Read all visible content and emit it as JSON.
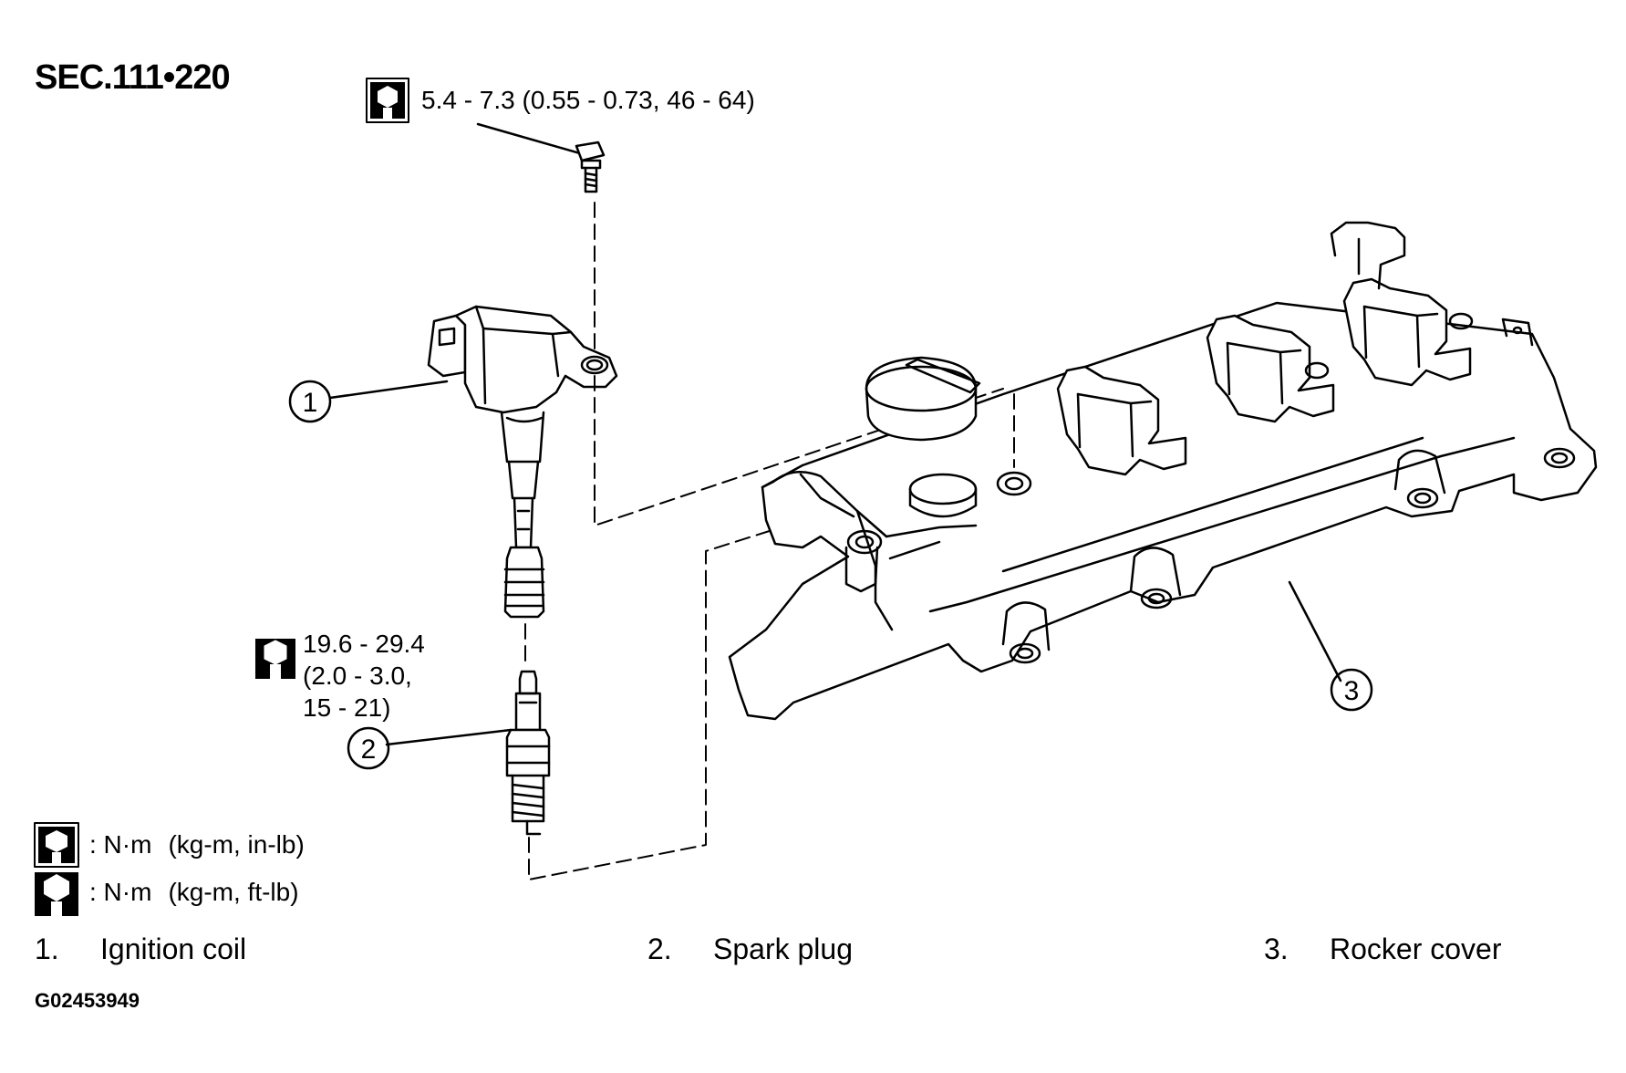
{
  "header": {
    "section_code": "SEC.111•220"
  },
  "torque_specs": {
    "coil_bolt": "5.4 - 7.3 (0.55 - 0.73, 46 - 64)",
    "spark_plug_line1": "19.6 - 29.4",
    "spark_plug_line2": "(2.0 - 3.0,",
    "spark_plug_line3": "15 - 21)"
  },
  "callouts": {
    "c1": "1",
    "c2": "2",
    "c3": "3"
  },
  "legend": {
    "row1_unit": ": N·m",
    "row1_paren": "(kg-m,  in-lb)",
    "row2_unit": ": N·m",
    "row2_paren": "(kg-m,  ft-lb)"
  },
  "parts": [
    {
      "num": "1.",
      "label": "Ignition coil"
    },
    {
      "num": "2.",
      "label": "Spark plug"
    },
    {
      "num": "3.",
      "label": "Rocker cover"
    }
  ],
  "figure_code": "G02453949",
  "icons": {
    "torque_in_lb": "wrench-solid-icon",
    "torque_ft_lb": "wrench-outline-icon"
  }
}
